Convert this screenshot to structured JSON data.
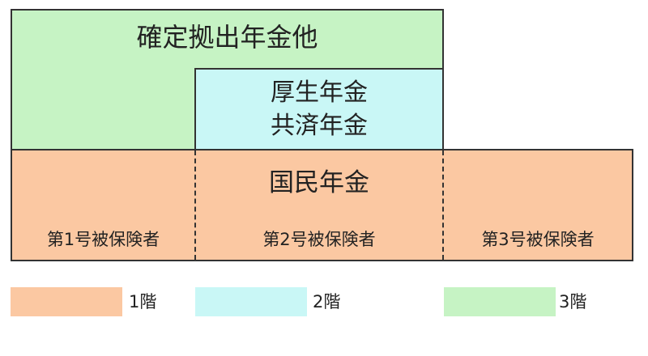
{
  "tiers": {
    "tier3_label": "確定拠出年金他",
    "tier2_lines": [
      "厚生年金",
      "共済年金"
    ],
    "tier1_label": "国民年金"
  },
  "insured_groups": [
    "第1号被保険者",
    "第2号被保険者",
    "第3号被保険者"
  ],
  "legend": [
    {
      "label": "1階",
      "color": "#fbc8a2"
    },
    {
      "label": "2階",
      "color": "#c9f7f6"
    },
    {
      "label": "3階",
      "color": "#c6f3c4"
    }
  ],
  "colors": {
    "tier1_fill": "#fbc8a2",
    "tier2_fill": "#c9f7f6",
    "tier3_fill": "#c6f3c4",
    "border": "#333333"
  }
}
